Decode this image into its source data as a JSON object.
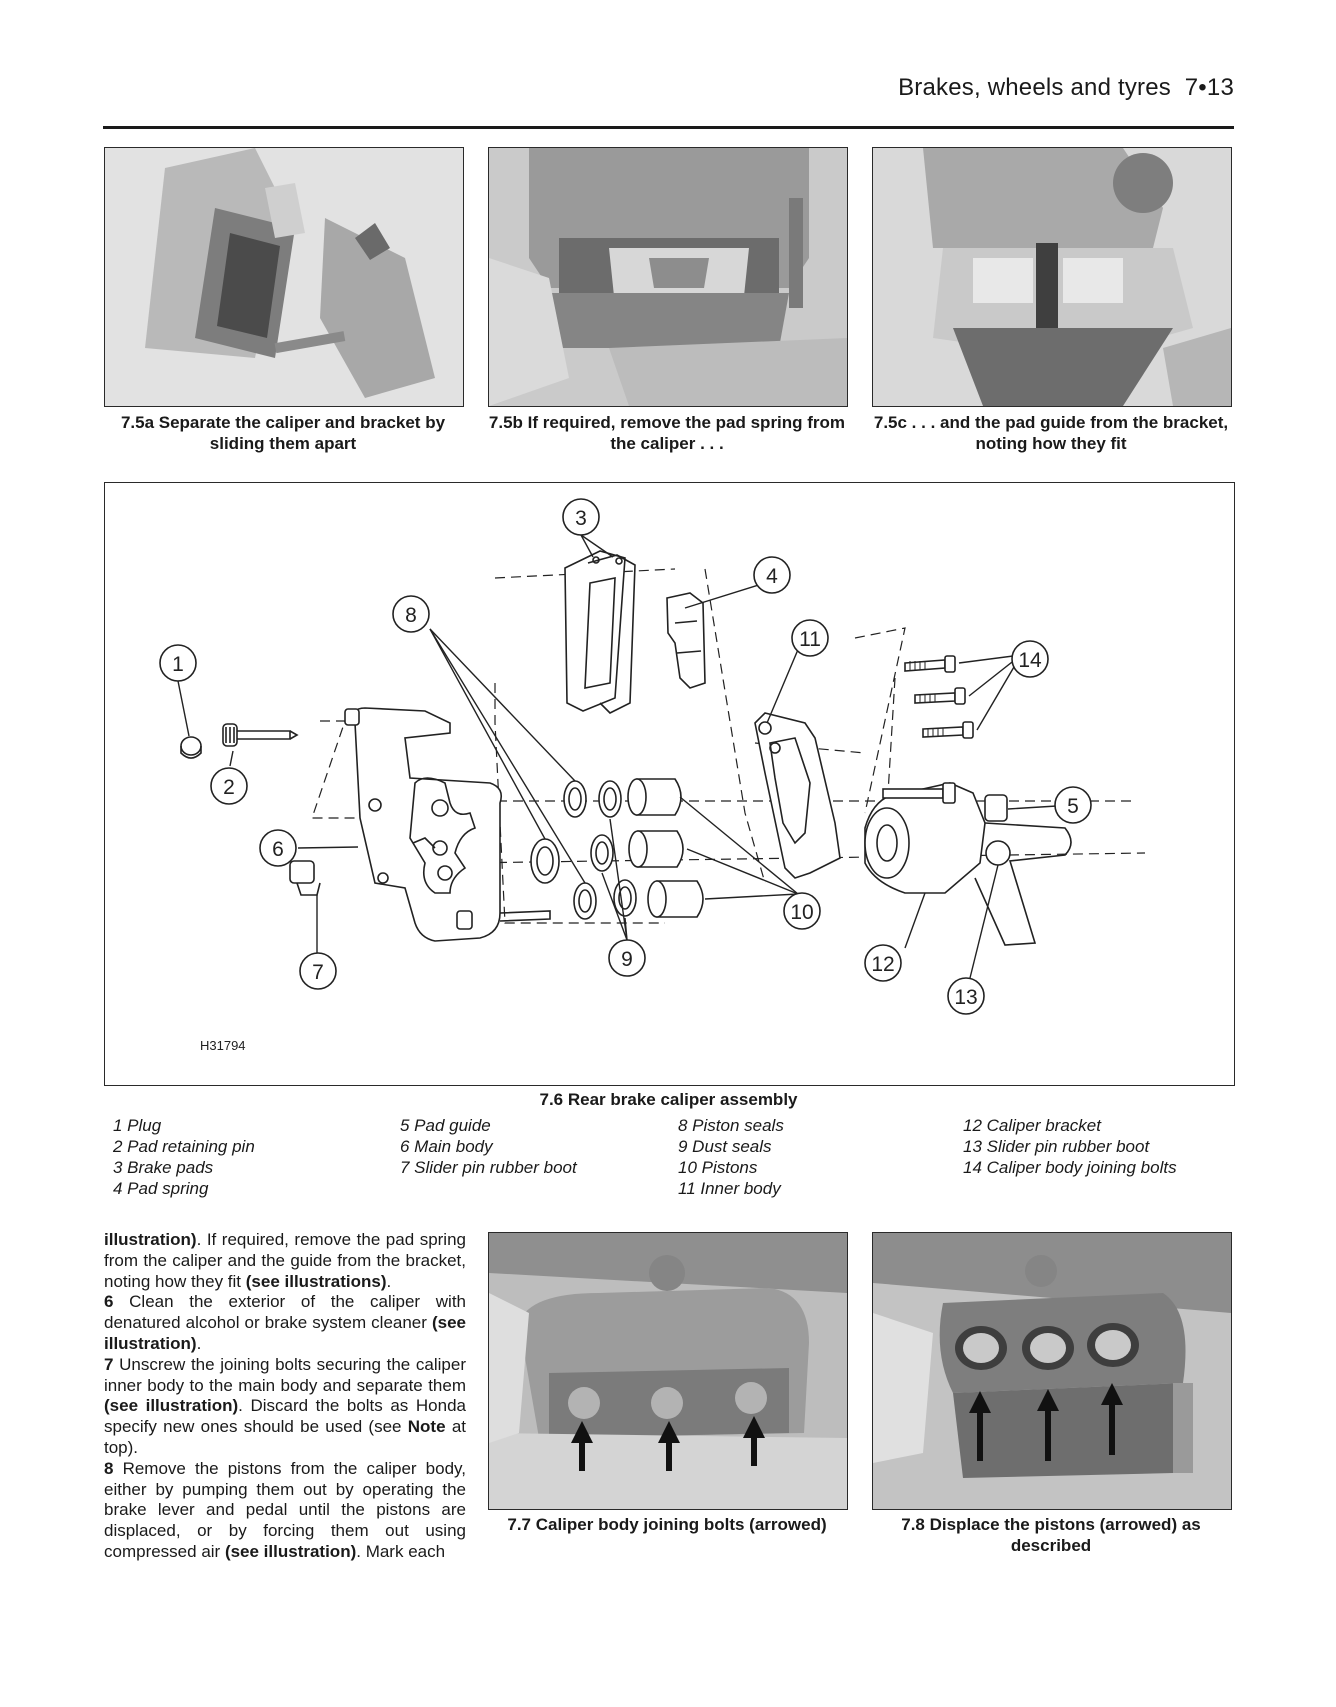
{
  "header": {
    "section_title": "Brakes, wheels and tyres",
    "page_number": "7•13"
  },
  "photos_top": [
    {
      "caption": "7.5a  Separate the caliper and bracket by sliding them apart"
    },
    {
      "caption": "7.5b  If required, remove the pad spring from the caliper . . ."
    },
    {
      "caption": "7.5c  . . . and the pad guide from the bracket, noting how they fit"
    }
  ],
  "diagram": {
    "ref_code": "H31794",
    "caption": "7.6  Rear brake caliper assembly",
    "callouts": [
      "1",
      "2",
      "3",
      "4",
      "5",
      "6",
      "7",
      "8",
      "9",
      "10",
      "11",
      "12",
      "13",
      "14"
    ]
  },
  "legend": {
    "col1": [
      "1 Plug",
      "2 Pad retaining pin",
      "3 Brake pads",
      "4 Pad spring"
    ],
    "col2": [
      "5 Pad guide",
      "6 Main body",
      "7 Slider pin rubber boot"
    ],
    "col3": [
      "8 Piston seals",
      "9 Dust seals",
      "10 Pistons",
      "11 Inner body"
    ],
    "col4": [
      "12 Caliper bracket",
      "13 Slider pin rubber boot",
      "14 Caliper body joining bolts"
    ]
  },
  "body": {
    "p1": [
      {
        "t": "illustration)",
        "b": true
      },
      {
        "t": ". If required, remove the pad spring from the caliper and the guide from the bracket, noting how they fit ",
        "b": false
      },
      {
        "t": "(see illustrations)",
        "b": true
      },
      {
        "t": ".",
        "b": false
      }
    ],
    "p2": [
      {
        "t": "6",
        "b": true
      },
      {
        "t": " Clean the exterior of the caliper with denatured alcohol or brake system cleaner ",
        "b": false
      },
      {
        "t": "(see illustration)",
        "b": true
      },
      {
        "t": ".",
        "b": false
      }
    ],
    "p3": [
      {
        "t": "7",
        "b": true
      },
      {
        "t": " Unscrew the joining bolts securing the caliper inner body to the main body and separate them ",
        "b": false
      },
      {
        "t": "(see illustration)",
        "b": true
      },
      {
        "t": ". Discard the bolts as Honda specify new ones should be used (see ",
        "b": false
      },
      {
        "t": "Note",
        "b": true
      },
      {
        "t": " at top).",
        "b": false
      }
    ],
    "p4": [
      {
        "t": "8",
        "b": true
      },
      {
        "t": " Remove the pistons from the caliper body, either by pumping them out by operating the brake lever and pedal until the pistons are displaced, or by forcing them out using compressed air ",
        "b": false
      },
      {
        "t": "(see illustration)",
        "b": true
      },
      {
        "t": ". Mark each",
        "b": false
      }
    ]
  },
  "photos_bottom": [
    {
      "caption": "7.7  Caliper body joining bolts (arrowed)"
    },
    {
      "caption": "7.8  Displace the pistons (arrowed) as described"
    }
  ]
}
